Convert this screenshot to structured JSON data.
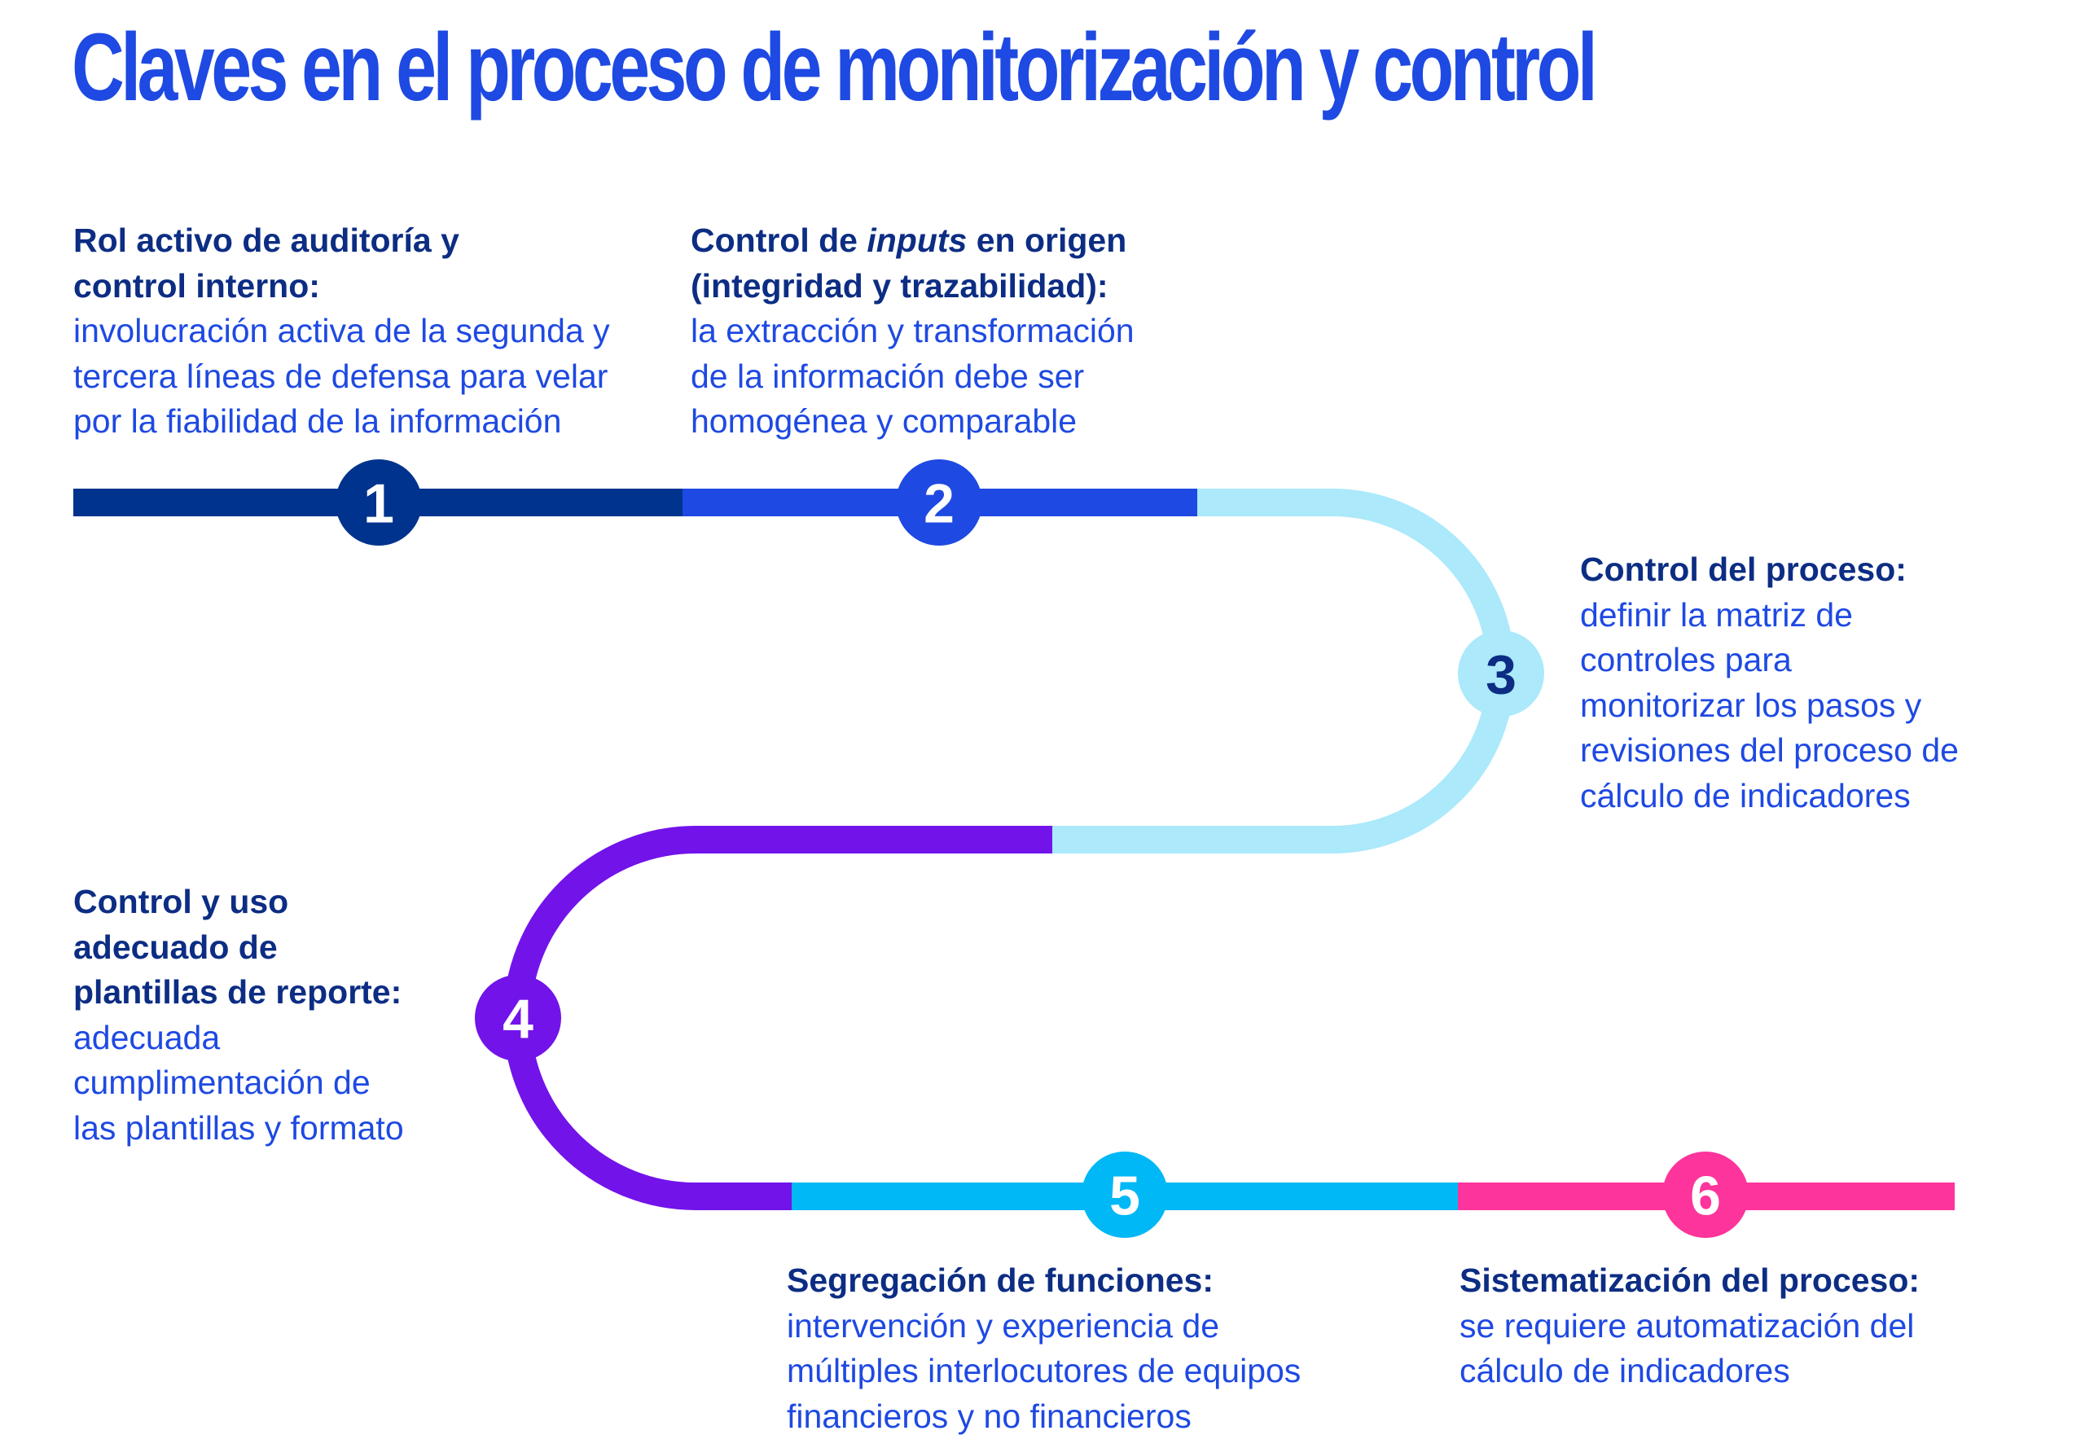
{
  "title": "Claves en el proceso de monitorización y control",
  "colors": {
    "title": "#1e49e2",
    "heading": "#0c2d83",
    "body": "#1e49e2",
    "step1": "#00338d",
    "step2": "#1e49e2",
    "step3": "#abe9fb",
    "step4": "#7213ea",
    "step5": "#00b8f5",
    "step6": "#fd349c"
  },
  "steps": [
    {
      "number": "1",
      "heading": "Rol activo de auditoría y\ncontrol interno:",
      "body": "involucración activa de la segunda y\ntercera líneas de defensa para velar\npor la fiabilidad de la información"
    },
    {
      "number": "2",
      "heading_pre": "Control de ",
      "heading_em": "inputs",
      "heading_post": " en origen\n(integridad y trazabilidad):",
      "body": "la extracción y transformación\nde la información debe ser\nhomogénea y comparable"
    },
    {
      "number": "3",
      "heading": "Control del proceso:",
      "body": "definir la matriz de\ncontroles para\nmonitorizar los pasos y\nrevisiones del proceso de\ncálculo de indicadores"
    },
    {
      "number": "4",
      "heading": "Control y uso\nadecuado de\nplantillas de reporte:",
      "body": "adecuada\ncumplimentación de\nlas plantillas y formato"
    },
    {
      "number": "5",
      "heading": "Segregación de funciones:",
      "body": "intervención y experiencia de\nmúltiples interlocutores de equipos\nfinancieros y no financieros"
    },
    {
      "number": "6",
      "heading": "Sistematización del proceso:",
      "body": "se requiere automatización del\ncálculo de indicadores"
    }
  ]
}
